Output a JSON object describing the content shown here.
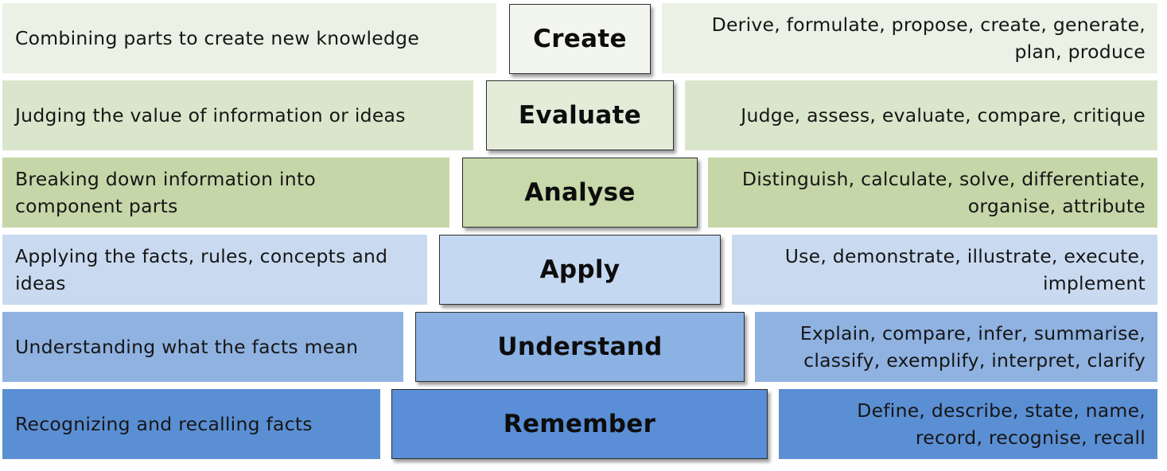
{
  "diagram": {
    "levels": [
      {
        "label": "Create",
        "description": "Combining parts to create new knowledge",
        "verbs": "Derive, formulate, propose, create, generate, plan, produce",
        "colors": {
          "panel": "#ebf1e4",
          "box": "#f3f6ef"
        }
      },
      {
        "label": "Evaluate",
        "description": "Judging the value of information or ideas",
        "verbs": "Judge, assess, evaluate, compare, critique",
        "colors": {
          "panel": "#dae6cb",
          "box": "#e4ecd9"
        }
      },
      {
        "label": "Analyse",
        "description": "Breaking down information into component parts",
        "verbs": "Distinguish, calculate, solve, differentiate, organise, attribute",
        "colors": {
          "panel": "#c5d7a8",
          "box": "#c8d9ab"
        }
      },
      {
        "label": "Apply",
        "description": "Applying the facts, rules, concepts and ideas",
        "verbs": "Use, demonstrate, illustrate, execute, implement",
        "colors": {
          "panel": "#c9daf0",
          "box": "#c5d8f1"
        }
      },
      {
        "label": "Understand",
        "description": "Understanding what the facts mean",
        "verbs": "Explain, compare, infer, summarise, classify, exemplify, interpret, clarify",
        "colors": {
          "panel": "#8fb2e1",
          "box": "#8cb1e3"
        }
      },
      {
        "label": "Remember",
        "description": "Recognizing and recalling facts",
        "verbs": "Define, describe, state, name, record, recognise, recall",
        "colors": {
          "panel": "#5b8fd4",
          "box": "#5a8ed6"
        }
      }
    ]
  }
}
